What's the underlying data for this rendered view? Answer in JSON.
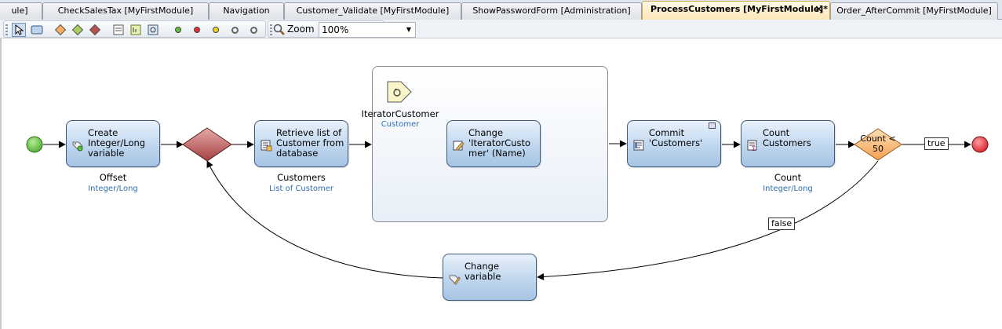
{
  "tabs": [
    {
      "label": "ule]"
    },
    {
      "label": "CheckSalesTax [MyFirstModule]"
    },
    {
      "label": "Navigation"
    },
    {
      "label": "Customer_Validate [MyFirstModule]"
    },
    {
      "label": "ShowPasswordForm [Administration]"
    },
    {
      "label": "ProcessCustomers [MyFirstModule]*",
      "active": true
    },
    {
      "label": "Order_AfterCommit [MyFirstModule]"
    }
  ],
  "toolbar": {
    "zoom_label": "Zoom",
    "zoom_value": "100%"
  },
  "flow": {
    "create_variable": {
      "label": "Create Integer/Long variable",
      "output_name": "Offset",
      "output_type": "Integer/Long"
    },
    "retrieve": {
      "label": "Retrieve list of Customer from database",
      "output_name": "Customers",
      "output_type": "List of Customer"
    },
    "loop": {
      "iterator_name": "IteratorCustomer",
      "iterator_type": "Customer"
    },
    "change_object": {
      "label": "Change 'IteratorCusto mer' (Name)"
    },
    "commit": {
      "label": "Commit 'Customers'"
    },
    "count": {
      "label": "Count Customers",
      "output_name": "Count",
      "output_type": "Integer/Long"
    },
    "decision": {
      "label": "Count < 50"
    },
    "true_label": "true",
    "false_label": "false",
    "change_variable": {
      "label": "Change variable"
    }
  },
  "colors": {
    "start_event": "#5fbf3f",
    "end_event": "#e0303a",
    "merge": "#b85050",
    "decision": "#f8b060",
    "activity": "#bfd6ee",
    "type_text": "#2f6fb0",
    "active_tab": "#fde6b4"
  }
}
